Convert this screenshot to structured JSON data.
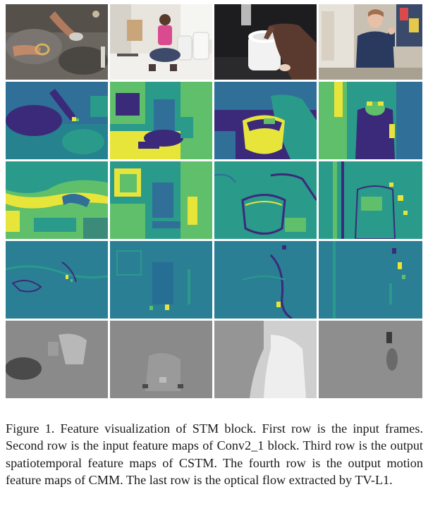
{
  "figure": {
    "rows": [
      {
        "kind": "input-frames",
        "cells": [
          "hands-on-table-frame",
          "girl-sitting-frame",
          "hand-touching-cup-frame",
          "person-waving-frame"
        ]
      },
      {
        "kind": "conv2-feature-maps",
        "cells": [
          "hands-feature-map",
          "girl-feature-map",
          "cup-feature-map",
          "person-feature-map"
        ]
      },
      {
        "kind": "cstm-feature-maps",
        "cells": [
          "hands-cstm-map",
          "girl-cstm-map",
          "cup-cstm-map",
          "person-cstm-map"
        ]
      },
      {
        "kind": "cmm-motion-maps",
        "cells": [
          "hands-cmm-map",
          "girl-cmm-map",
          "cup-cmm-map",
          "person-cmm-map"
        ]
      },
      {
        "kind": "optical-flow",
        "cells": [
          "hands-flow",
          "girl-flow",
          "cup-flow",
          "person-flow"
        ]
      }
    ],
    "colors": {
      "viridis_dark": "#3b2a7a",
      "viridis_blue": "#2f6f98",
      "viridis_teal": "#2a9a8a",
      "viridis_green": "#5fbf6a",
      "viridis_yellow": "#e8e53a",
      "flow_gray": "#8a8a8a"
    }
  },
  "caption": {
    "label": "Figure 1.",
    "text": " Feature visualization of STM block. First row is the input frames. Second row is the input feature maps of Conv2_1 block. Third row is the output spatiotemporal feature maps of CSTM. The fourth row is the output motion feature maps of CMM. The last row is the optical flow extracted by TV-L1."
  }
}
